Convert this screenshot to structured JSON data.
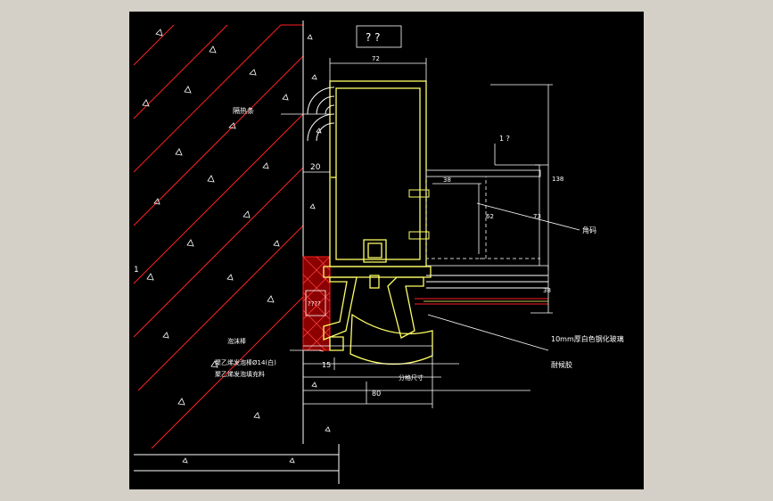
{
  "colors": {
    "background": "#d4d0c8",
    "canvas": "#000000",
    "wall_hatch": "#ff2020",
    "frame_profile": "#ffff66",
    "drawing_lines": "#ffffff",
    "sealant": "#cc0000",
    "bracket_dashes": "#cccccc"
  },
  "texts": {
    "title_box": "? ?",
    "top_dim": "72",
    "left_dim": "20",
    "upper_right_tag": "1 ?",
    "dim_38_top": "38",
    "dim_62": "62",
    "dim_138": "138",
    "dim_73": "73",
    "dim_38_right": "38",
    "label_upper_left": "隔热条",
    "label_bracket": "角码",
    "label_glass": "10mm厚白色钢化玻璃",
    "label_seal": "耐候胶",
    "label_foam": "泡沫棒",
    "note_line1": "聚乙烯发泡棒Ø14(白)",
    "note_line2": "聚乙烯发泡填充料",
    "box_text": "????",
    "wall_mark": "1",
    "dim_15": "15",
    "dim_80": "80",
    "dim_split": "分格尺寸"
  }
}
